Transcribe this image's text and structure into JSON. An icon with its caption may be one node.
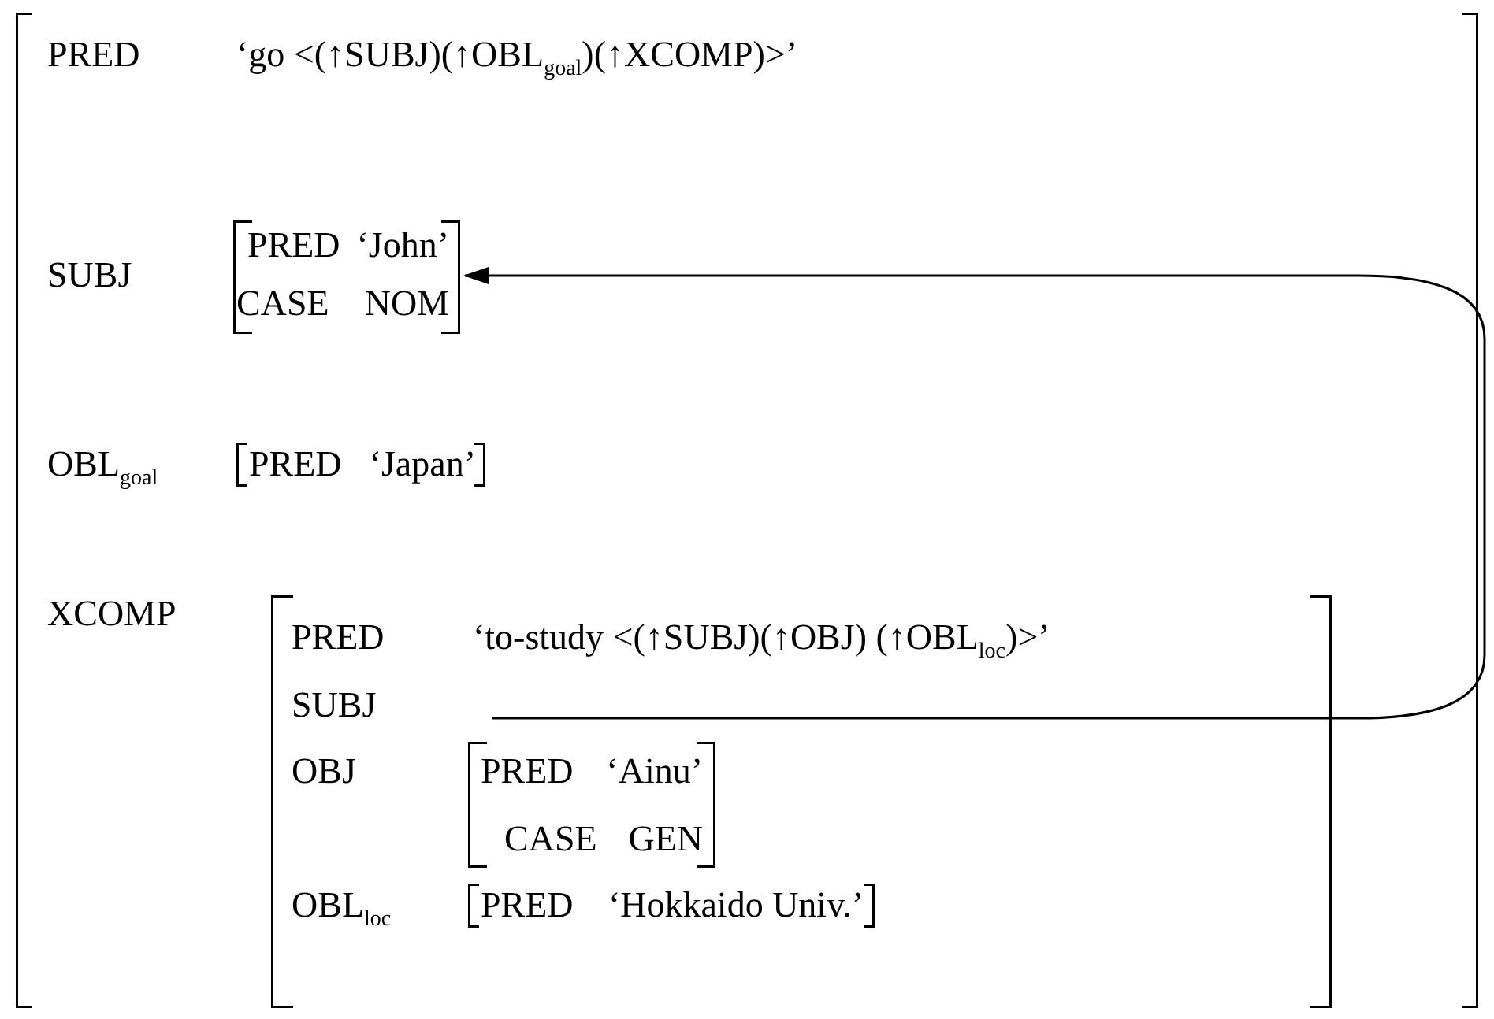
{
  "diagram": {
    "nodes": [
      {
        "text": [
          "PRED",
          "‘go <(↑SUBJ)(↑OBL$_{goal}$)(↑XCOMP)>’",
          "SUBJ",
          "OBL$_{goal}$",
          "XCOMP"
        ]
      },
      {
        "text": [
          "PRED",
          "‘John’",
          "CASE",
          "NOM"
        ],
        "in": 0
      },
      {
        "text": [
          "PRED",
          "‘Japan’"
        ],
        "in": 0
      },
      {
        "text": [
          "PRED",
          "‘to-study <(↑SUBJ)(↑OBJ) (↑OBL$_{loc}$)>’",
          "SUBJ",
          "OBJ",
          "OBL$_{loc}$"
        ],
        "in": 0
      },
      {
        "text": [
          "PRED",
          "‘Ainu’",
          "CASE",
          "GEN"
        ],
        "in": 3
      },
      {
        "text": [
          "PRED",
          "‘Hokkaido Univ.’"
        ],
        "in": 3
      }
    ],
    "edges": [
      {
        "from": null,
        "to": 1,
        "arrow": "to"
      }
    ]
  }
}
